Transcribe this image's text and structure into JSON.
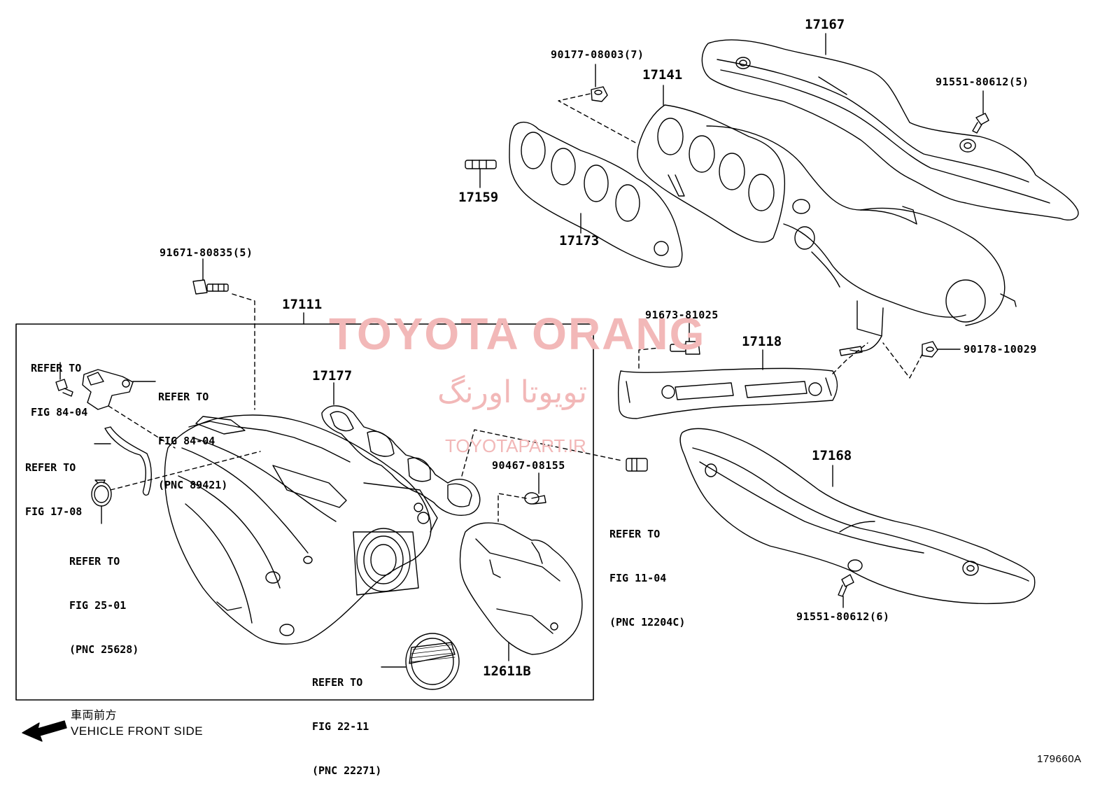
{
  "watermark": {
    "brand": "TOYOTA ORANG",
    "brand_fa": "تویوتا اورنگ",
    "site": "TOYOTAPART.IR"
  },
  "parts": {
    "p17167": "17167",
    "p17141": "17141",
    "p17159": "17159",
    "p17173": "17173",
    "p17111": "17111",
    "p17177": "17177",
    "p17118": "17118",
    "p17168": "17168",
    "p12611B": "12611B"
  },
  "fasteners": {
    "f1": "90177-08003(7)",
    "f2": "91551-80612(5)",
    "f3": "91671-80835(5)",
    "f4": "91673-81025",
    "f5": "90178-10029",
    "f6": "90467-08155",
    "f7": "91551-80612(6)"
  },
  "refs": {
    "r1_l1": "REFER TO",
    "r1_l2": "FIG 84-04",
    "r2_l1": "REFER TO",
    "r2_l2": "FIG 84-04",
    "r2_l3": "(PNC 89421)",
    "r3_l1": "REFER TO",
    "r3_l2": "FIG 17-08",
    "r4_l1": "REFER TO",
    "r4_l2": "FIG 25-01",
    "r4_l3": "(PNC 25628)",
    "r5_l1": "REFER TO",
    "r5_l2": "FIG 22-11",
    "r5_l3": "(PNC 22271)",
    "r6_l1": "REFER TO",
    "r6_l2": "FIG 11-04",
    "r6_l3": "(PNC 12204C)"
  },
  "legend": {
    "jp": "車両前方",
    "en": "VEHICLE FRONT SIDE"
  },
  "figure_id": "179660A"
}
